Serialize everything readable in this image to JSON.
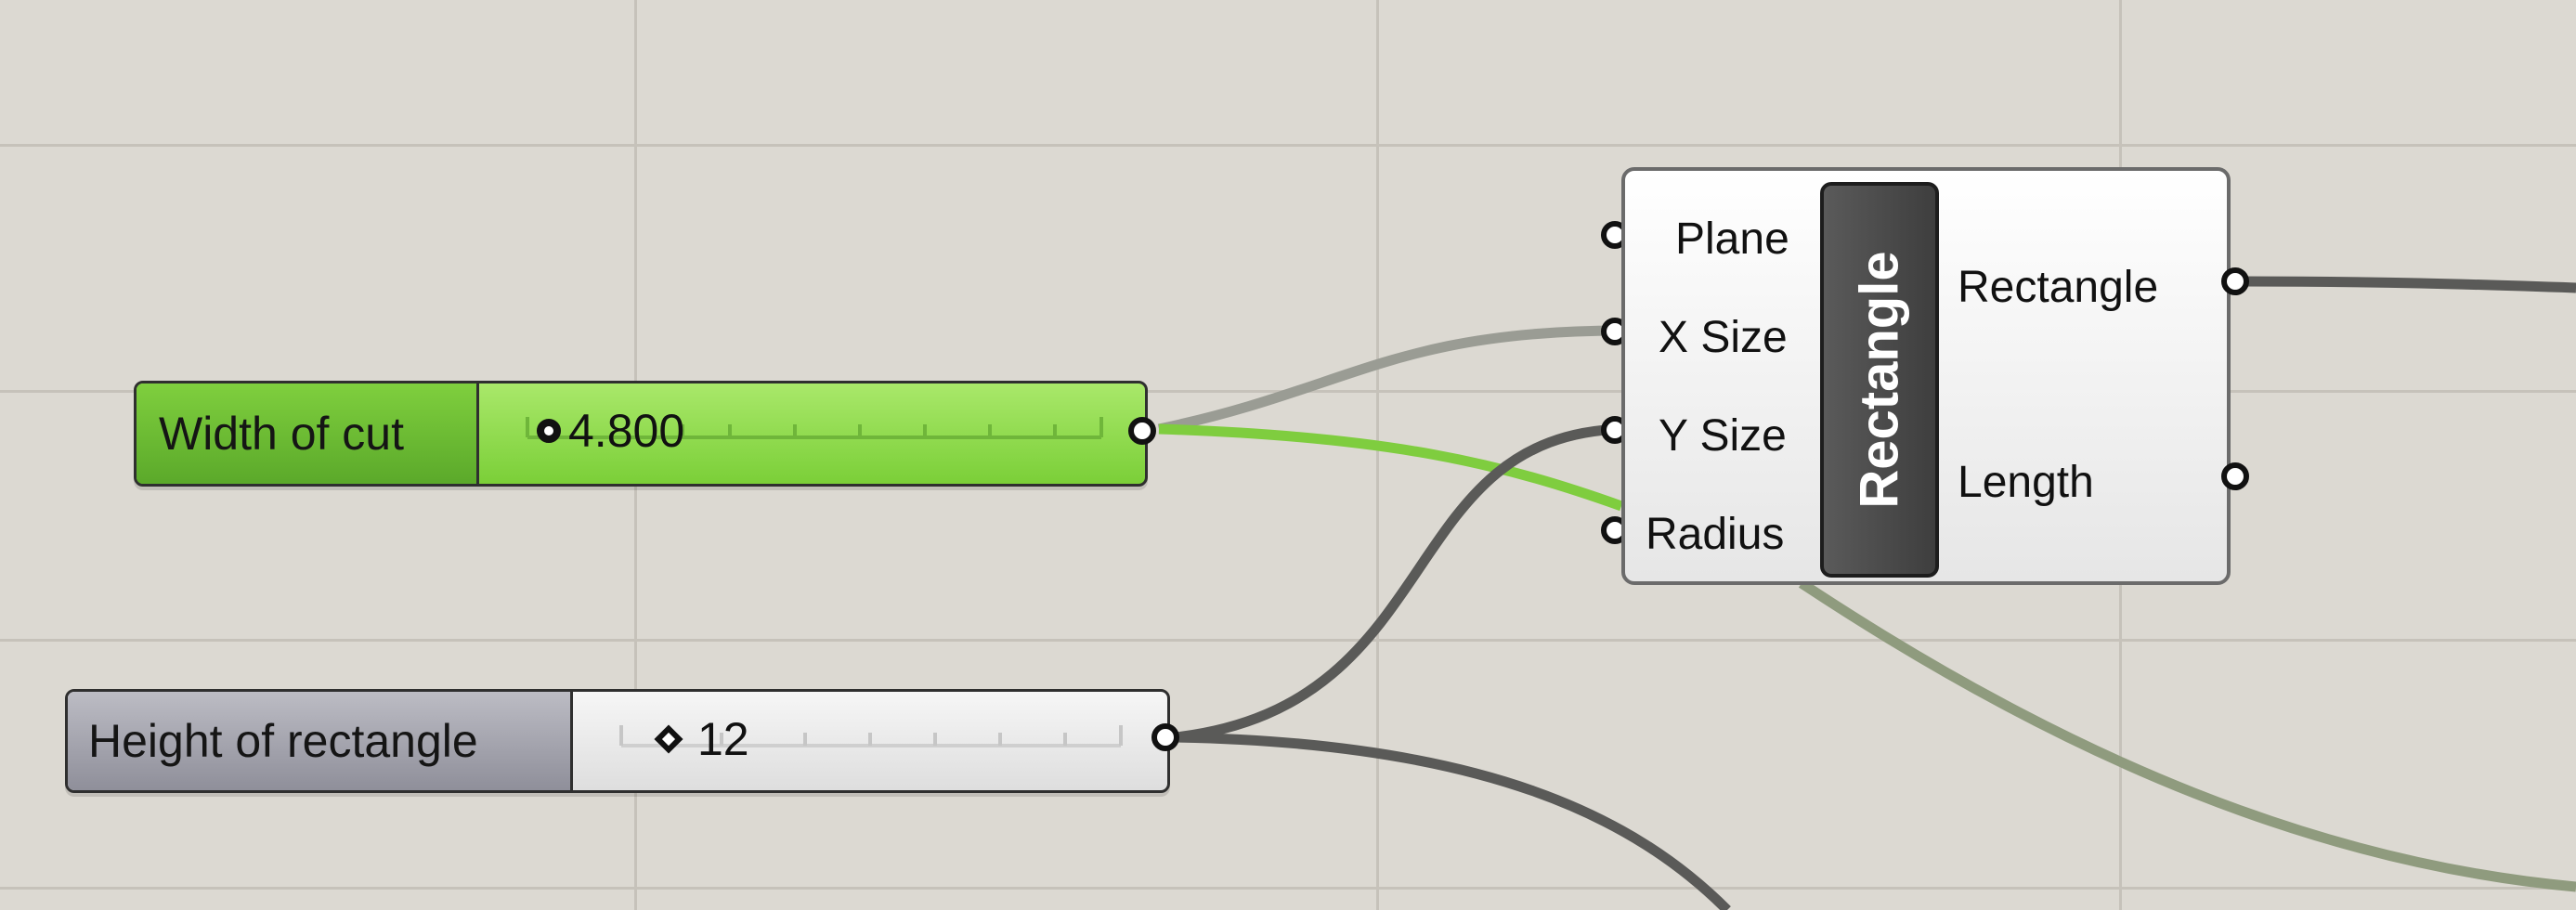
{
  "canvas": {
    "background_color": "#dcd9d2",
    "grid_color": "#c6c2ba"
  },
  "width_slider": {
    "name": "Width of cut",
    "value": "4.800",
    "grip_shape": "circle",
    "color": "#8ed94a"
  },
  "height_slider": {
    "name": "Height of rectangle",
    "value": "12",
    "grip_shape": "diamond",
    "color": "#e6e6e6"
  },
  "rectangle_component": {
    "title": "Rectangle",
    "inputs": [
      "Plane",
      "X Size",
      "Y Size",
      "Radius"
    ],
    "outputs": [
      "Rectangle",
      "Length"
    ]
  },
  "wire_colors": {
    "default": "#5a5a58",
    "selected_green": "#7fcd3f",
    "faded_green": "#8f9b7e",
    "faded_gray": "#9a9c94"
  }
}
